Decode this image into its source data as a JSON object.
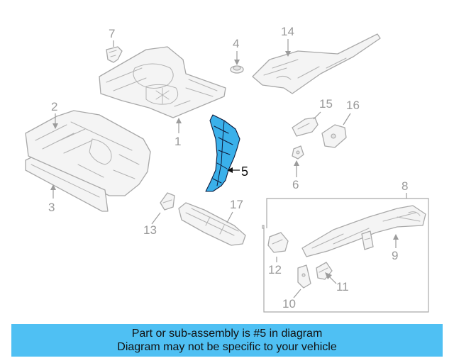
{
  "callouts": {
    "c1": "1",
    "c2": "2",
    "c3": "3",
    "c4": "4",
    "c5": "5",
    "c6": "6",
    "c7": "7",
    "c8": "8",
    "c9": "9",
    "c10": "10",
    "c11": "11",
    "c12": "12",
    "c13": "13",
    "c14": "14",
    "c15": "15",
    "c16": "16",
    "c17": "17"
  },
  "highlighted_part": "5",
  "colors": {
    "highlight": "#3ab0ea",
    "banner": "#4fc0f3",
    "line_art": "#a9a9a9"
  },
  "banner": {
    "line1": "Part or sub-assembly is #5 in diagram",
    "line2": "Diagram may not be specific to your vehicle"
  }
}
